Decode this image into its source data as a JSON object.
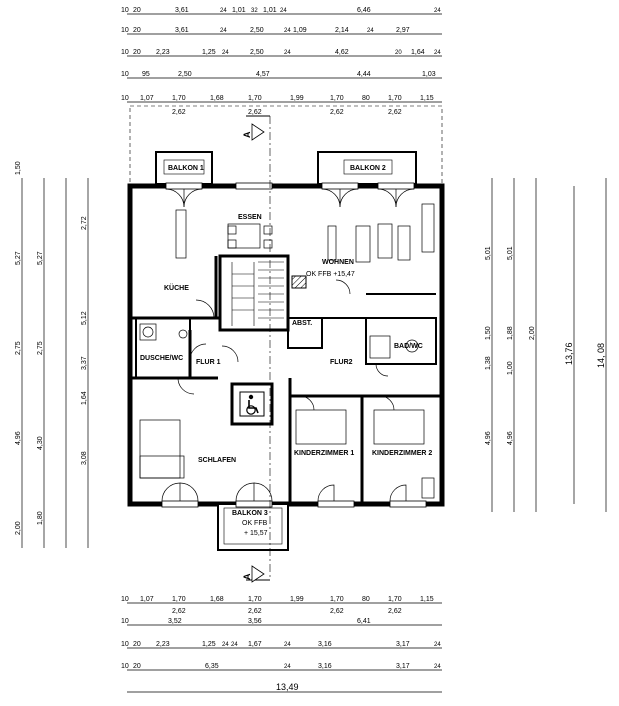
{
  "top_dims": [
    [
      "10",
      "20",
      "3,61",
      "24",
      "1,01",
      "32",
      "1,01",
      "24",
      "6,46",
      "24"
    ],
    [
      "10",
      "20",
      "3,61",
      "24",
      "2,50",
      "24",
      "1,09",
      "2,14",
      "24",
      "2,97"
    ],
    [
      "10",
      "20",
      "2,23",
      "1,25",
      "24",
      "2,50",
      "24",
      "4,62",
      "20",
      "1,64",
      "24"
    ],
    [
      "10",
      "95",
      "2,50",
      "4,57",
      "4,44",
      "1,03"
    ],
    [
      "10",
      "1,07",
      "1,70",
      "1,68",
      "1,70",
      "1,99",
      "1,70",
      "80",
      "1,70",
      "1,15"
    ]
  ],
  "top_sub": [
    "2,62",
    "2,62",
    "2,62",
    "2,62"
  ],
  "bottom_dims": [
    [
      "10",
      "1,07",
      "1,70",
      "1,68",
      "1,70",
      "1,99",
      "1,70",
      "80",
      "1,70",
      "1,15"
    ],
    [
      "10",
      "3,52",
      "3,56",
      "6,41"
    ],
    [
      "10",
      "20",
      "2,23",
      "1,25",
      "24",
      "24",
      "1,67",
      "24",
      "3,16",
      "3,17",
      "24"
    ],
    [
      "10",
      "20",
      "6,35",
      "24",
      "3,16",
      "3,17",
      "24"
    ]
  ],
  "bottom_sub": [
    "2,62",
    "2,62",
    "2,62",
    "2,62"
  ],
  "overall_width": "13,49",
  "left_dims": [
    "1,50",
    "5,27",
    "2,75",
    "4,96",
    "2,00"
  ],
  "left_dims_2": [
    "5,27",
    "2,75",
    "4,30",
    "1,80"
  ],
  "left_dims_3": [
    "2,72",
    "5,12",
    "3,37",
    "1,64",
    "3,08"
  ],
  "right_dims": [
    "5,01",
    "1,50",
    "1,38",
    "4,96"
  ],
  "right_dims_2": [
    "5,01",
    "1,88",
    "2,00",
    "1,00",
    "4,96"
  ],
  "right_total_inner": "13,76",
  "right_total_outer": "14, 08",
  "rooms": {
    "balkon1": "BALKON 1",
    "balkon2": "BALKON 2",
    "balkon3": "BALKON 3",
    "essen": "ESSEN",
    "wohnen": "WOHNEN",
    "kueche": "KÜCHE",
    "abst": "ABST.",
    "dusche": "DUSCHE/WC",
    "flur1": "FLUR 1",
    "flur2": "FLUR2",
    "badwc": "BAD/WC",
    "schlafen": "SCHLAFEN",
    "kinder1": "KINDERZIMMER 1",
    "kinder2": "KINDERZIMMER 2"
  },
  "levels": {
    "wohnen_ok": "OK FFB +15,47",
    "balkon_ok": "OK FFB",
    "balkon_val": "+ 15,57"
  },
  "section_marker": "A"
}
